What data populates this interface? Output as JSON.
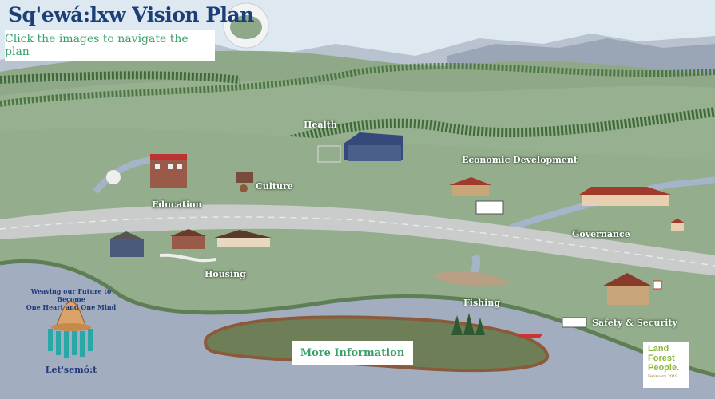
{
  "header": {
    "title": "Sq'ewá:lxw Vision Plan",
    "subtitle": "Click the images to navigate the plan"
  },
  "map_sections": [
    {
      "id": "health",
      "label": "Health"
    },
    {
      "id": "culture",
      "label": "Culture"
    },
    {
      "id": "education",
      "label": "Education"
    },
    {
      "id": "economic-development",
      "label": "Economic Development"
    },
    {
      "id": "governance",
      "label": "Governance"
    },
    {
      "id": "housing",
      "label": "Housing"
    },
    {
      "id": "fishing",
      "label": "Fishing"
    },
    {
      "id": "safety-security",
      "label": "Safety & Security"
    }
  ],
  "more_info": {
    "label": "More Information"
  },
  "emblem": {
    "motto_line1": "Weaving our Future to Become",
    "motto_line2": "One Heart and One Mind",
    "name": "Let'semó:t"
  },
  "footer_logo": {
    "line1": "Land",
    "line2": "Forest",
    "line3": "People.",
    "date": "February 2019"
  },
  "colors": {
    "title": "#1d3f77",
    "accent_green": "#3aa06a",
    "sky": "#dde8f0",
    "hills": "#8fa98a",
    "water": "#a3adc0",
    "road": "#c9cccb"
  }
}
